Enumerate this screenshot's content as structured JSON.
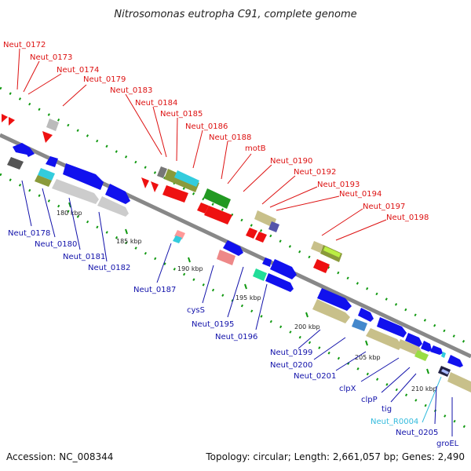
{
  "title": "Nitrosomonas eutropha C91, complete genome",
  "accession": "Accession: NC_008344",
  "topology_summary": "Topology: circular; Length: 2,661,057 bp; Genes: 2,490",
  "colors": {
    "forward_label": "#dd1111",
    "reverse_label": "#1111aa",
    "rna_label": "#33bbdd",
    "backbone": "#888888",
    "tick": "#119911"
  },
  "scale_ticks": [
    "180 kbp",
    "185 kbp",
    "190 kbp",
    "195 kbp",
    "200 kbp",
    "205 kbp",
    "210 kbp"
  ],
  "forward_labels": [
    "Neut_0172",
    "Neut_0173",
    "Neut_0174",
    "Neut_0179",
    "Neut_0183",
    "Neut_0184",
    "Neut_0185",
    "Neut_0186",
    "Neut_0188",
    "motB",
    "Neut_0190",
    "Neut_0192",
    "Neut_0193",
    "Neut_0194",
    "Neut_0197",
    "Neut_0198"
  ],
  "reverse_labels": [
    "Neut_0178",
    "Neut_0180",
    "Neut_0181",
    "Neut_0182",
    "Neut_0187",
    "cysS",
    "Neut_0195",
    "Neut_0196",
    "Neut_0199",
    "Neut_0200",
    "Neut_0201",
    "clpX",
    "clpP",
    "tig",
    "Neut_R0004",
    "Neut_0205",
    "groEL"
  ],
  "rna_labels": [
    "Neut_R0004"
  ]
}
